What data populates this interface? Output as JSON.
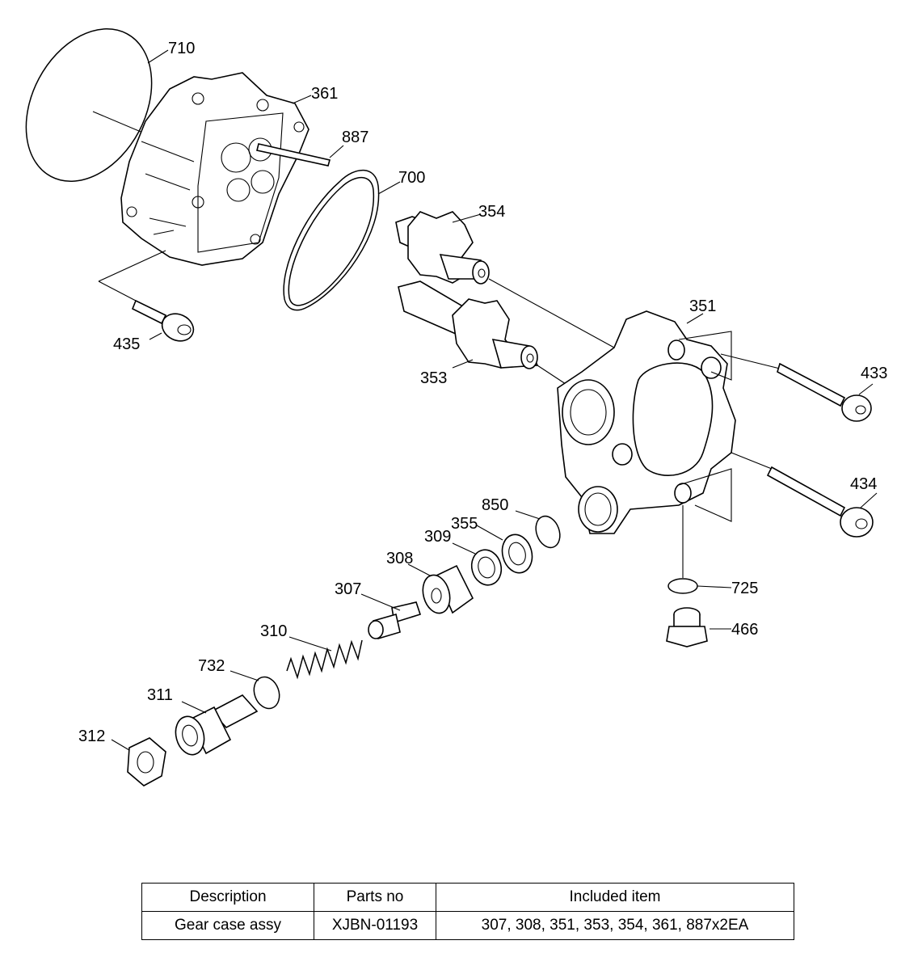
{
  "diagram": {
    "labels": {
      "p710": "710",
      "p361": "361",
      "p887": "887",
      "p700": "700",
      "p354": "354",
      "p435": "435",
      "p351": "351",
      "p353": "353",
      "p433": "433",
      "p434": "434",
      "p850": "850",
      "p355": "355",
      "p309": "309",
      "p308": "308",
      "p307": "307",
      "p725": "725",
      "p466": "466",
      "p310": "310",
      "p732": "732",
      "p311": "311",
      "p312": "312"
    }
  },
  "table": {
    "headers": {
      "description": "Description",
      "parts_no": "Parts no",
      "included": "Included item"
    },
    "rows": [
      {
        "description": "Gear case assy",
        "parts_no": "XJBN-01193",
        "included": "307, 308, 351, 353, 354, 361, 887x2EA"
      }
    ]
  }
}
